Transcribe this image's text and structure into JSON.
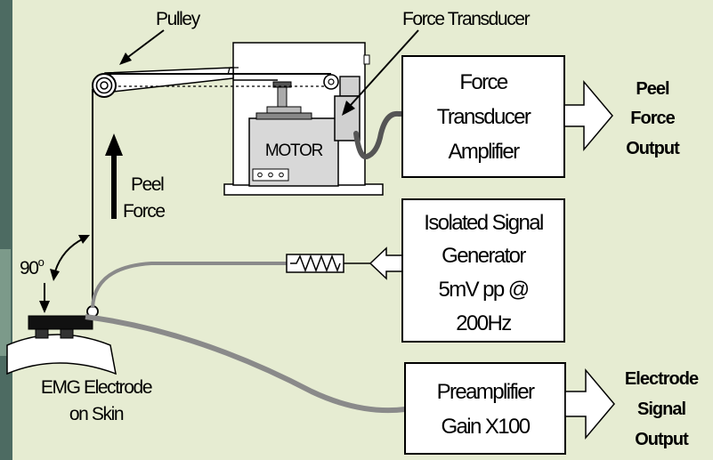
{
  "labels": {
    "pulley": "Pulley",
    "force_transducer": "Force Transducer",
    "motor": "MOTOR",
    "peel_force": [
      "Peel",
      "Force"
    ],
    "angle": "90",
    "angle_degree_mark": "o",
    "electrode": [
      "EMG Electrode",
      "on Skin"
    ]
  },
  "boxes": {
    "amplifier": [
      "Force",
      "Transducer",
      "Amplifier"
    ],
    "signal_generator": [
      "Isolated Signal",
      "Generator",
      "5mV pp @",
      "200Hz"
    ],
    "preamplifier": [
      "Preamplifier",
      "Gain X100"
    ]
  },
  "outputs": {
    "peel_force_output": [
      "Peel",
      "Force",
      "Output"
    ],
    "electrode_signal_output": [
      "Electrode",
      "Signal",
      "Output"
    ]
  },
  "colors": {
    "background": "#e6ecd2",
    "box_fill": "#ffffff",
    "cable": "#8a8a8a",
    "motor_fill": "#d8d8d8",
    "dark": "#111111"
  }
}
